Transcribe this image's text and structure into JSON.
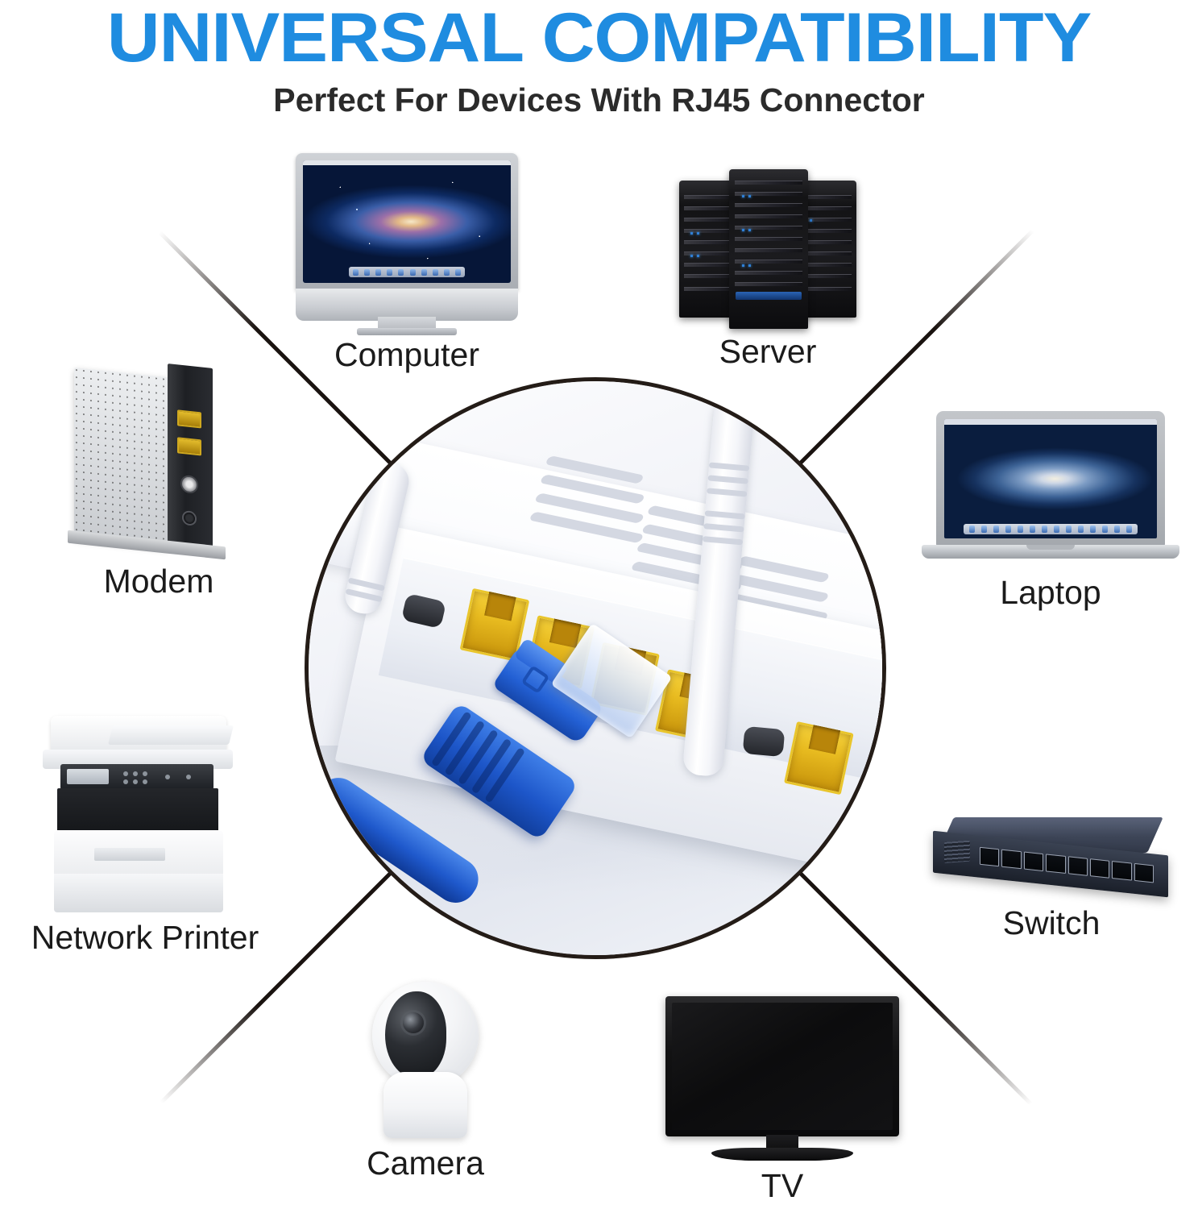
{
  "header": {
    "title": "UNIVERSAL COMPATIBILITY",
    "subtitle": "Perfect For Devices With RJ45 Connector",
    "title_color": "#1f8ce0",
    "subtitle_color": "#2b2b2b"
  },
  "center": {
    "name": "router-photo",
    "description": "Blue Cat ethernet cable plugged into a yellow RJ45 LAN port on a white wireless router with two antennas",
    "port_color": "#e8bb20",
    "cable_color": "#1d56c9",
    "router_color": "#f5f6fa"
  },
  "devices": [
    {
      "id": "computer",
      "label": "Computer",
      "icon": "desktop-computer-icon"
    },
    {
      "id": "server",
      "label": "Server",
      "icon": "server-rack-icon"
    },
    {
      "id": "modem",
      "label": "Modem",
      "icon": "cable-modem-icon"
    },
    {
      "id": "laptop",
      "label": "Laptop",
      "icon": "laptop-icon"
    },
    {
      "id": "network-printer",
      "label": "Network Printer",
      "icon": "printer-icon"
    },
    {
      "id": "switch",
      "label": "Switch",
      "icon": "network-switch-icon"
    },
    {
      "id": "camera",
      "label": "Camera",
      "icon": "ip-camera-icon"
    },
    {
      "id": "tv",
      "label": "TV",
      "icon": "television-icon"
    }
  ]
}
